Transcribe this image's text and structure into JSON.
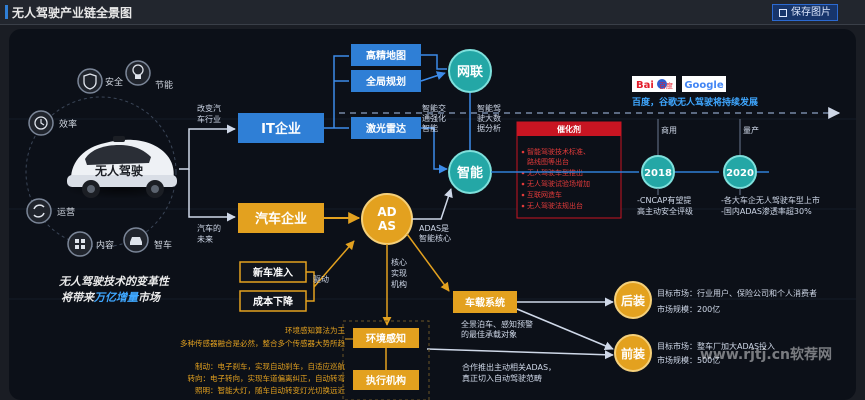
{
  "header": {
    "title": "无人驾驶产业链全景图",
    "save_label": "保存图片"
  },
  "colors": {
    "blue": "#2f7fd6",
    "gold": "#e3a11f",
    "teal": "#24a7a6",
    "red": "#c81522",
    "panel": "#0c1018"
  },
  "car": {
    "label": "无人驾驶"
  },
  "features": [
    {
      "label": "安全",
      "icon": "shield-icon"
    },
    {
      "label": "节能",
      "icon": "bulb-icon"
    },
    {
      "label": "效率",
      "icon": "clock-icon"
    },
    {
      "label": "运营",
      "icon": "recycle-icon"
    },
    {
      "label": "内容",
      "icon": "grid-icon"
    },
    {
      "label": "智车",
      "icon": "car-icon"
    }
  ],
  "tagline": {
    "line1": "无人驾驶技术的变革性",
    "line2_prefix": "将带来",
    "line2_highlight": "万亿增量",
    "line2_suffix": "市场"
  },
  "branches": {
    "it_label": [
      "改变汽",
      "车行业"
    ],
    "auto_label": [
      "汽车的",
      "未来"
    ]
  },
  "nodes": {
    "it": "IT企业",
    "auto": "汽车企业",
    "hd_map": "高精地图",
    "planning": "全局规划",
    "lidar": "激光雷达",
    "internet": "网联",
    "smart": "智能",
    "adas": [
      "AD",
      "AS"
    ],
    "vehicle_sys": "车载系统",
    "aftermarket": "后装",
    "oem": "前装",
    "perception": "环境感知",
    "actuator": "执行机构",
    "new_car": "新车准入",
    "cost_down": "成本下降"
  },
  "annotations": {
    "smart_up": [
      "智能交",
      "通强化",
      "智能"
    ],
    "smart_big": [
      "智能驾",
      "驶大数",
      "据分析"
    ],
    "adas_core": [
      "ADAS是",
      "智能核心"
    ],
    "drive": "驱动",
    "core_tech": [
      "核心",
      "实现",
      "机构"
    ],
    "vehicle_note": [
      "全景泊车、感知预警",
      "的最佳承载对象"
    ],
    "cooperate": [
      "合作推出主动相关ADAS，",
      "真正切入自动驾驶范畴"
    ]
  },
  "catalyst": {
    "title": "催化剂",
    "items": [
      "智能驾驶技术标准、",
      "路线图等出台",
      "无人驾驶车型推出",
      "无人驾驶试验场增加",
      "互联网造车",
      "无人驾驶法规出台"
    ]
  },
  "timeline": {
    "logos": {
      "baidu": "Bai",
      "baidu_cn": "百度",
      "google": "Google"
    },
    "headline": "百度，谷歌无人驾驶将持续发展",
    "year1": "2018",
    "year2": "2020",
    "tag1": "商用",
    "tag2": "量产",
    "note1": [
      "-CNCAP有望提",
      "高主动安全评级"
    ],
    "note2": [
      "-各大车企无人驾驶车型上市",
      "-国内ADAS渗透率超30%"
    ]
  },
  "markets": {
    "aftermarket": [
      "目标市场：行业用户、保险公司和个人消费者",
      "市场规模：200亿"
    ],
    "oem": [
      "目标市场：整车厂加大ADAS投入",
      "市场规模：500亿"
    ]
  },
  "perception_note": [
    "环境感知算法为王",
    "多种传感器融合是必然，整合多个传感器大势所趋"
  ],
  "actuator_notes": [
    "制动：电子刹车，实现自动刹车，自适应巡航",
    "转向：电子转向，实现车道偏离纠正，自动转弯",
    "照明：智能大灯，随车自动转变灯光切换远近"
  ],
  "watermark": "www.rjtj.cn软荐网"
}
